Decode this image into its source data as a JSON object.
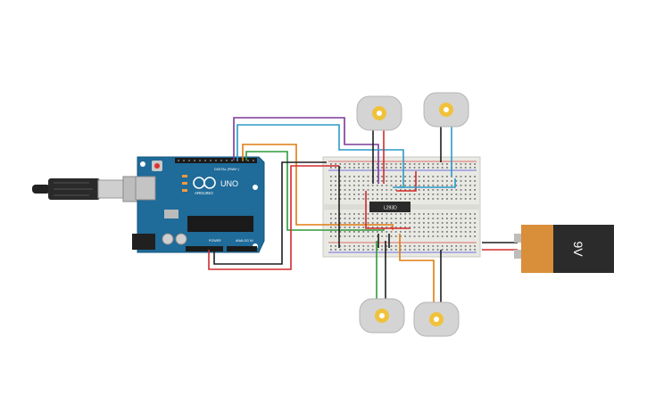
{
  "board": {
    "brand": "ARDUINO",
    "model": "UNO",
    "digital_label": "DIGITAL (PWM~)",
    "power_label": "POWER",
    "analog_label": "ANALOG IN"
  },
  "ic": {
    "label": "L293D"
  },
  "battery": {
    "label": "9V"
  },
  "colors": {
    "board": "#1f6b99",
    "breadboard": "#e9e9e4",
    "motor_body": "#d4d4d4",
    "motor_hub": "#f0c23c",
    "battery_body": "#2b2b2b",
    "battery_label": "#d98e3a",
    "wire_red": "#d22b2b",
    "wire_black": "#1e1e1e",
    "wire_purple": "#7a3a96",
    "wire_blue": "#2a9bc7",
    "wire_orange": "#e07b10",
    "wire_green": "#2f9a3a"
  },
  "motors": [
    {
      "name": "motor-top-left"
    },
    {
      "name": "motor-top-right"
    },
    {
      "name": "motor-bottom-left"
    },
    {
      "name": "motor-bottom-right"
    }
  ]
}
